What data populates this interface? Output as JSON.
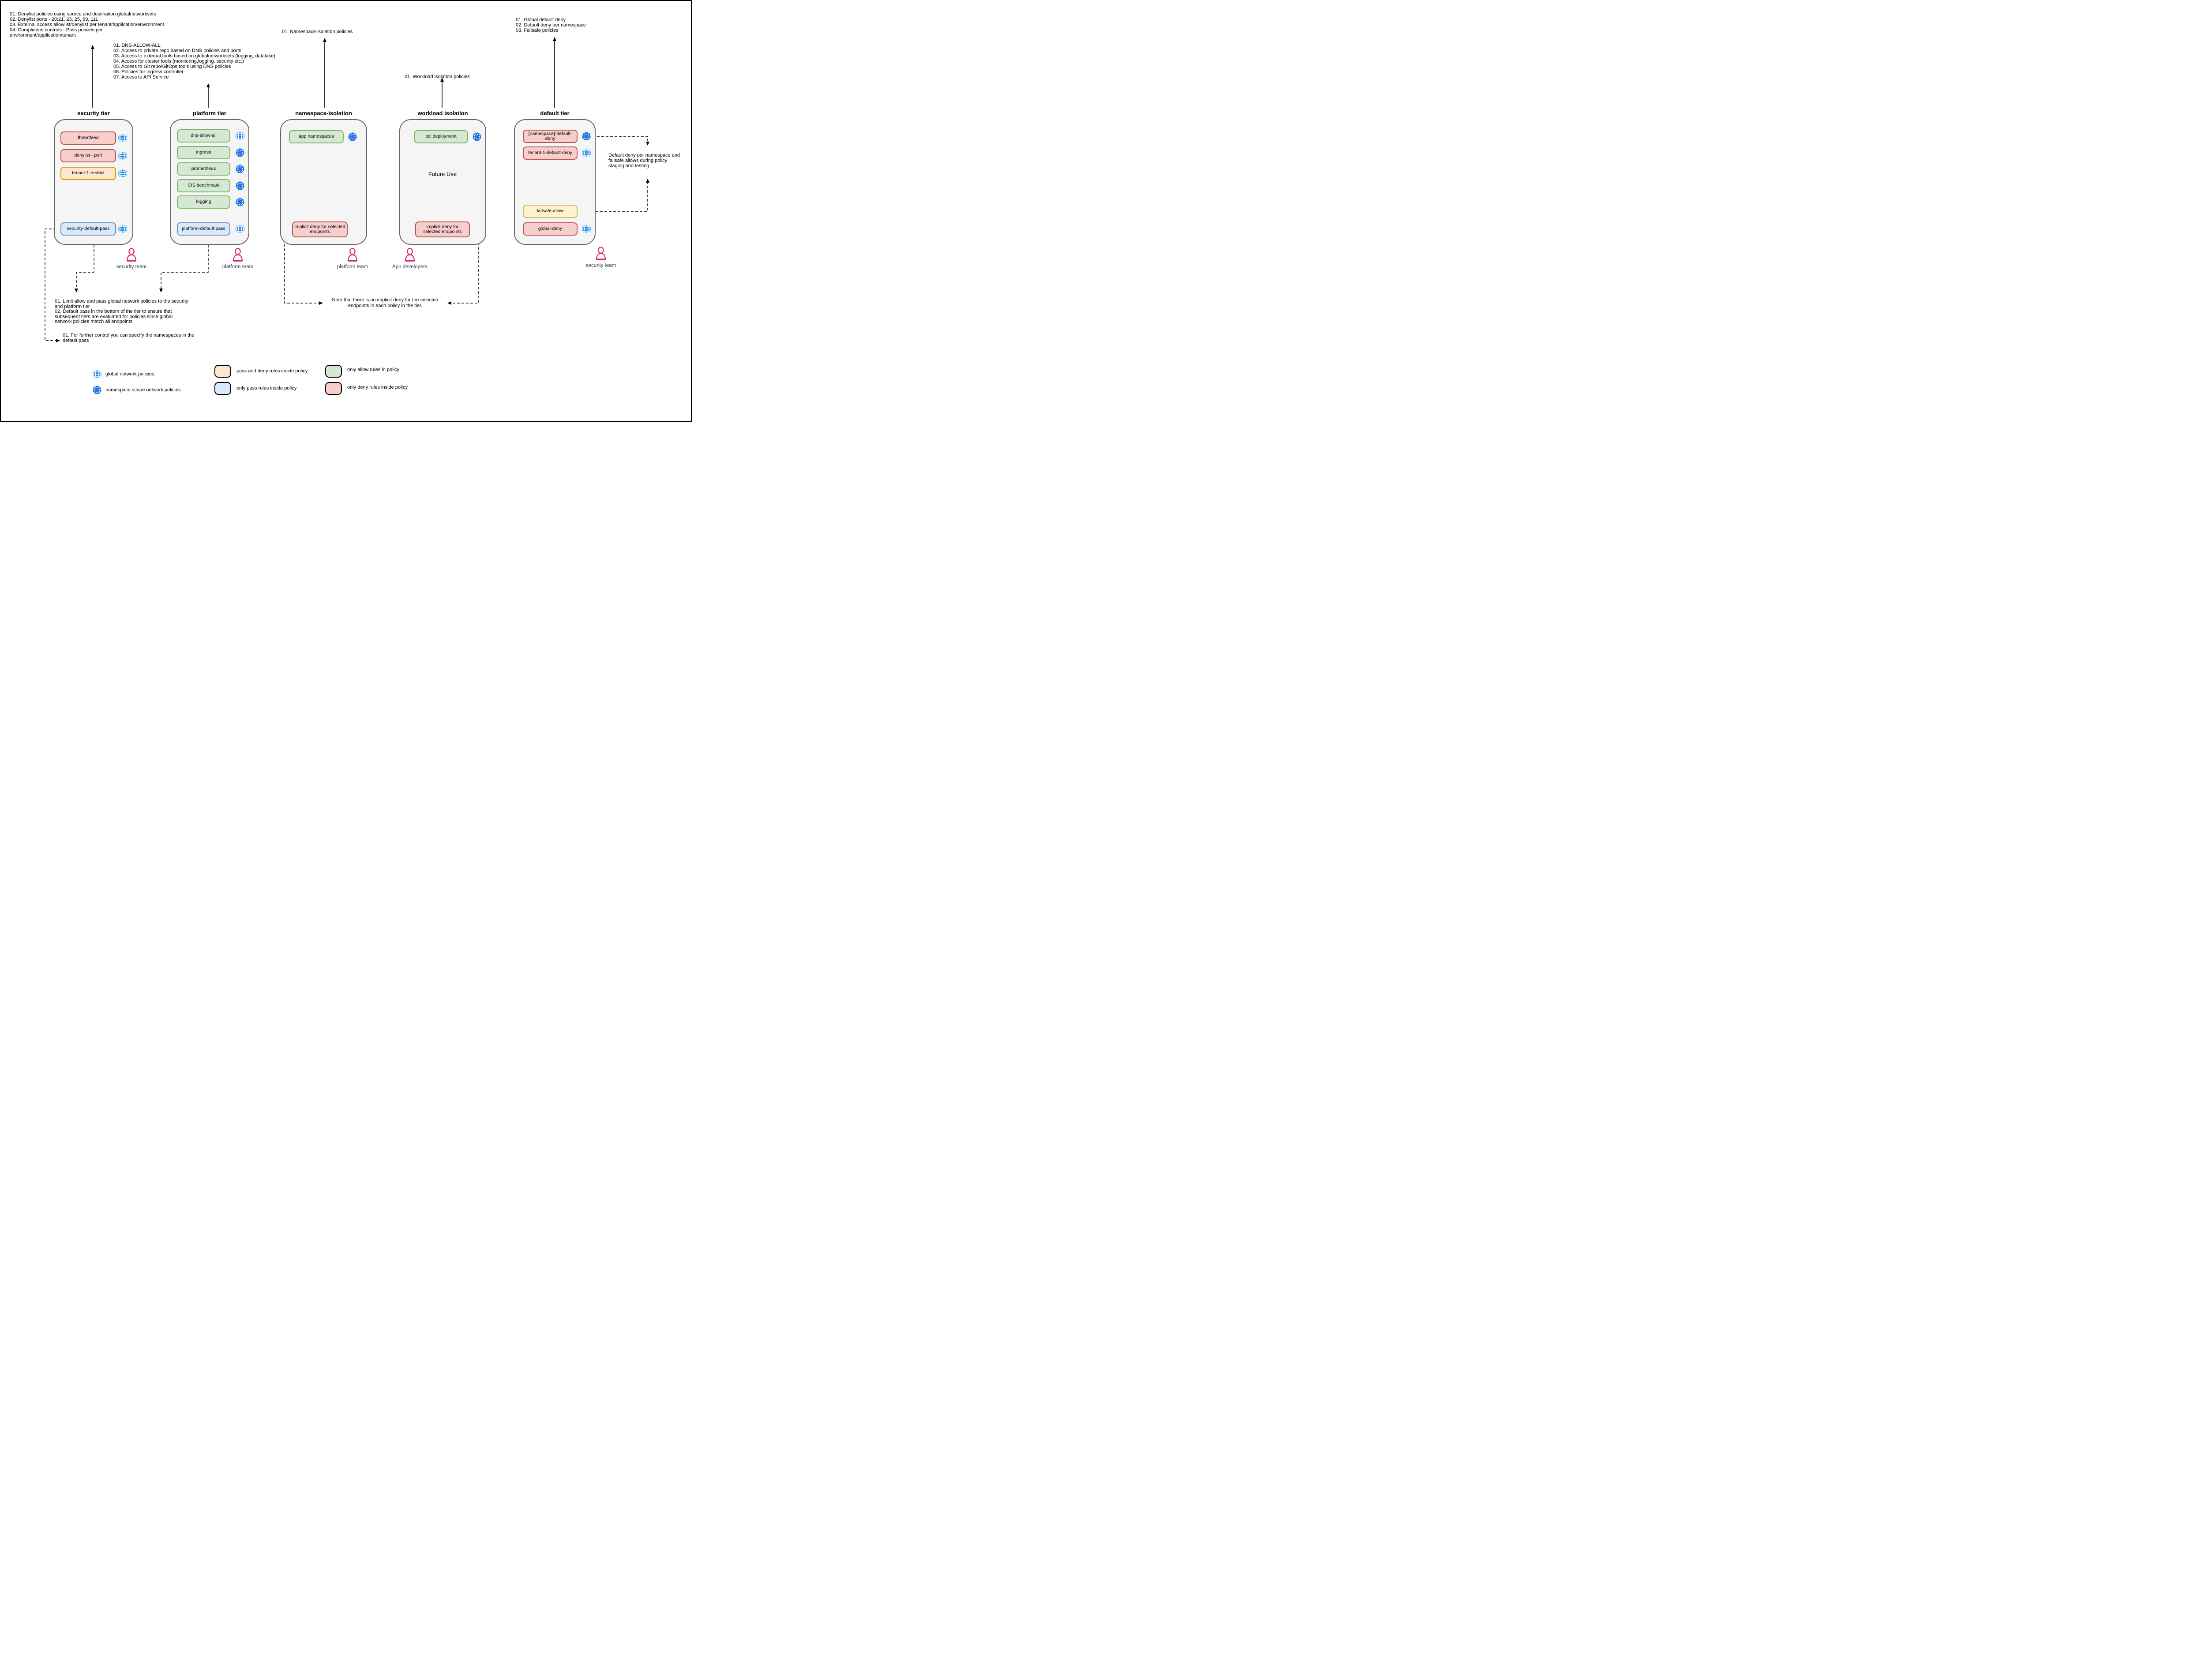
{
  "annotations": {
    "security_tier_notes": [
      "01. Denylist policies using source and destination globalnetworksets",
      "02. Denylist ports - 20:21, 23, 25, 69, 111",
      "03. External access allowlist/denylist per tenant/application/environment",
      "04. Compliance controls - Pass policies per",
      "environment/application/tenant"
    ],
    "platform_tier_notes": [
      "01. DNS-ALLOW-ALL",
      "02. Access to private repo based on DNS policies and ports",
      "03. Access to external tools based on globalnetworksets (logging, datalake)",
      "04. Access for cluster tools (monitoring,logging, security etc.)",
      "05. Access to Git repo/GitOps tools using DNS policies",
      "06. Policies for ingress controller",
      "07. Access to API Service"
    ],
    "namespace_isolation_note": "01. Namespace isolation policies",
    "workload_isolation_note": "01. Workload isolation policies",
    "default_tier_notes": [
      "01. Global default deny",
      "02. Default deny per namespace",
      "03. Failsafe policies"
    ],
    "security_team_notes": [
      "01. Limit allow and pass global network policies to the security",
      "and platform tier",
      "02. Default pass in the bottom of the tier to ensure that",
      "subsequent tiers are evaluated for policies since global",
      "network policies match all endpoints"
    ],
    "further_control_notes": [
      "01. For further control you can specify the namespaces in the",
      "default pass"
    ],
    "implicit_deny_note_lines": [
      "Note that there is an implicit deny for the selected",
      "endpoints in each policy in the tier."
    ],
    "default_deny_note_lines": [
      "Default deny per namespace and",
      "failsafe allows during policy",
      "staging and testing"
    ]
  },
  "tiers": [
    {
      "title": "security tier",
      "policies": [
        "threatfeed",
        "denylist - port",
        "tenant-1-restrict",
        "security-default-pass"
      ]
    },
    {
      "title": "platform tier",
      "policies": [
        "dns-allow-all",
        "ingress",
        "prometheus",
        "CIS benchmark",
        "logging",
        "platform-default-pass"
      ]
    },
    {
      "title": "namespace-isolation",
      "policies": [
        "app namespaces",
        "implicit deny for selected endpoints"
      ]
    },
    {
      "title": "workload isolation",
      "policies": [
        "pci deployment",
        "implicit deny for selected endpoints"
      ],
      "center_label": "Future Use"
    },
    {
      "title": "default tier",
      "policies": [
        "[namespace]-default-deny",
        "tenant-1-default-deny",
        "failsafe-allow",
        "global-deny"
      ]
    }
  ],
  "teams": [
    {
      "label": "security team"
    },
    {
      "label": "platform team"
    },
    {
      "label": "platform team"
    },
    {
      "label": "App developers"
    },
    {
      "label": "security team"
    }
  ],
  "legend": {
    "items": [
      {
        "icon": "globe-icon",
        "label": "global network policies"
      },
      {
        "icon": "namespace-icon",
        "label": "namespace scope network policies"
      },
      {
        "swatch": "orange",
        "label": "pass and deny rules inside policy"
      },
      {
        "swatch": "blue",
        "label": "only pass rules inside policy"
      },
      {
        "swatch": "green",
        "label": "only allow rules in policy"
      },
      {
        "swatch": "red",
        "label": "only deny rules inside policy"
      }
    ]
  },
  "colors": {
    "deny_fill": "#f8cecc",
    "deny_stroke": "#b85450",
    "allow_fill": "#d5e8d4",
    "allow_stroke": "#82b366",
    "pass_fill": "#dae8fc",
    "pass_stroke": "#6c8ebf",
    "pass_deny_fill": "#ffe6cc",
    "pass_deny_stroke": "#d79b00",
    "failsafe_fill": "#fff2cc",
    "failsafe_stroke": "#d6b656",
    "container_fill": "#f5f5f5",
    "container_stroke": "#666666",
    "globe_icon": "#1583e9",
    "namespace_icon": "#2477e4",
    "person_icon": "#d6246e",
    "team_label": "#2d3e50"
  }
}
